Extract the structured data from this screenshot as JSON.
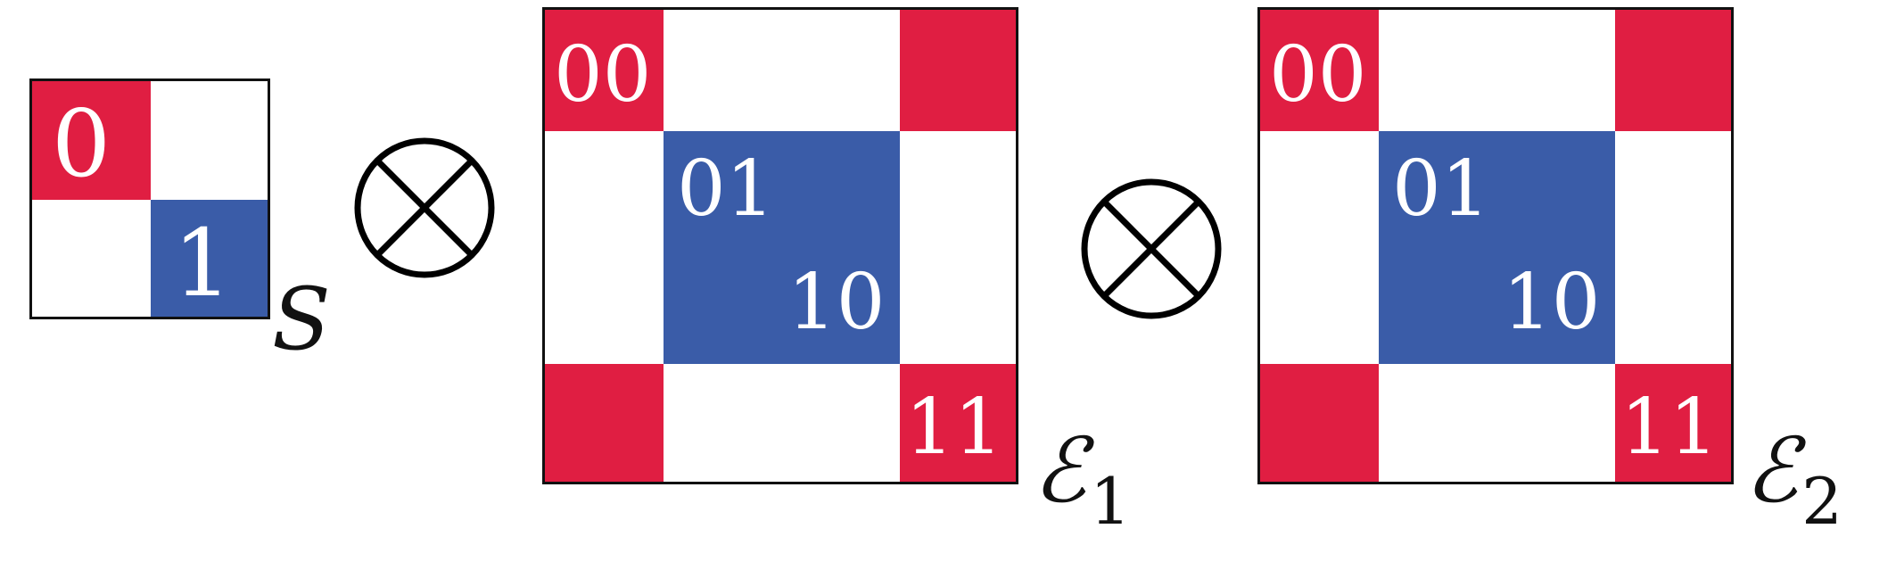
{
  "colors": {
    "red": "#e01e42",
    "blue": "#3a5ca8",
    "border": "#111111",
    "white": "#ffffff"
  },
  "system_matrix": {
    "label": "S",
    "cell_labels": [
      "0",
      "1"
    ]
  },
  "operator": {
    "symbol_name": "otimes-icon"
  },
  "env1_matrix": {
    "label": "ℰ",
    "label_sub": "1",
    "cell_labels": [
      "00",
      "01",
      "10",
      "11"
    ]
  },
  "env2_matrix": {
    "label": "ℰ",
    "label_sub": "2",
    "cell_labels": [
      "00",
      "01",
      "10",
      "11"
    ]
  }
}
